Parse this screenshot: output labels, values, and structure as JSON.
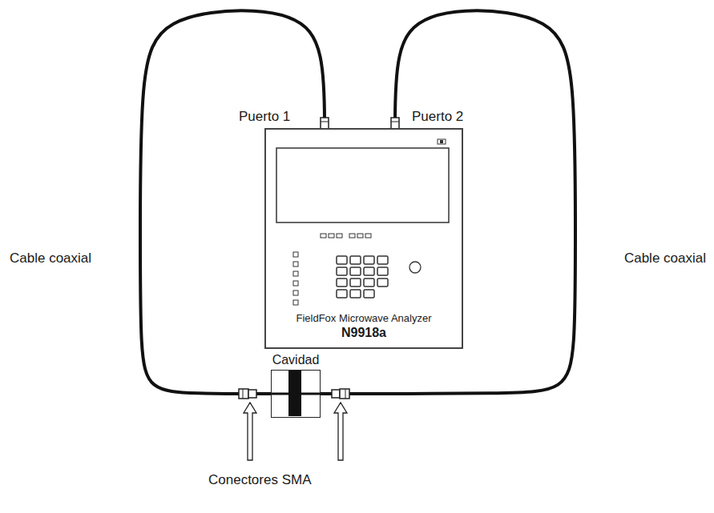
{
  "diagram": {
    "nodes": [
      {
        "text": [
          "FieldFox Microwave Analyzer",
          "N9918a"
        ]
      },
      {
        "text": [
          "Cavidad"
        ]
      }
    ],
    "edges": [
      {
        "from": 0,
        "to": 1,
        "arrow": "none",
        "label": "Cable coaxial"
      },
      {
        "from": 0,
        "to": 1,
        "arrow": "none",
        "label": "Cable coaxial"
      }
    ],
    "labels": [
      "Puerto 1",
      "Puerto 2",
      "Conectores SMA"
    ]
  }
}
